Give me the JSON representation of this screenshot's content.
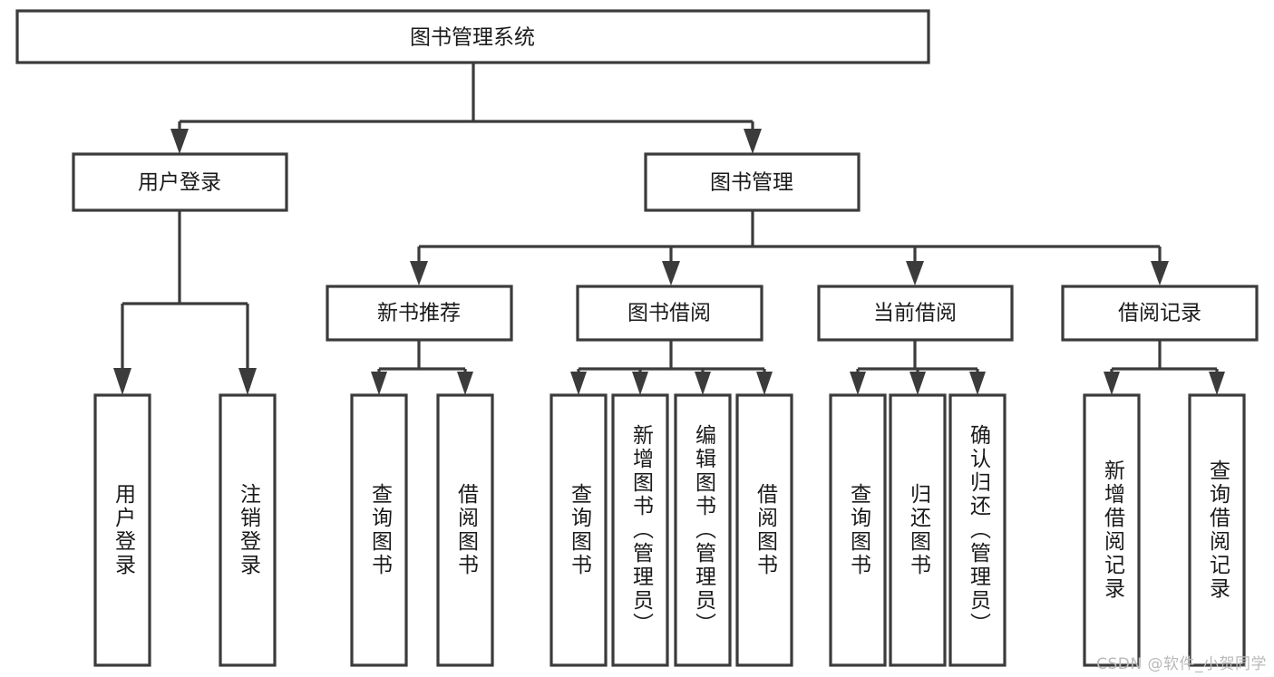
{
  "diagram": {
    "type": "tree-hierarchy",
    "title": "图书管理系统",
    "watermark": "CSDN @软件_小贺同学",
    "colors": {
      "stroke": "#3b3b3b",
      "fill": "#ffffff",
      "text": "#1a1a1a",
      "watermark": "#b9b9b9"
    },
    "levels": [
      {
        "level": 1,
        "nodes": [
          {
            "id": "root",
            "label": "图书管理系统",
            "orientation": "horizontal"
          }
        ]
      },
      {
        "level": 2,
        "nodes": [
          {
            "id": "login",
            "label": "用户登录",
            "orientation": "horizontal",
            "parent": "root"
          },
          {
            "id": "bookmgmt",
            "label": "图书管理",
            "orientation": "horizontal",
            "parent": "root"
          }
        ]
      },
      {
        "level": 3,
        "nodes": [
          {
            "id": "newbook",
            "label": "新书推荐",
            "orientation": "horizontal",
            "parent": "bookmgmt"
          },
          {
            "id": "borrow",
            "label": "图书借阅",
            "orientation": "horizontal",
            "parent": "bookmgmt"
          },
          {
            "id": "current",
            "label": "当前借阅",
            "orientation": "horizontal",
            "parent": "bookmgmt"
          },
          {
            "id": "records",
            "label": "借阅记录",
            "orientation": "horizontal",
            "parent": "bookmgmt"
          }
        ]
      },
      {
        "level": 4,
        "nodes": [
          {
            "id": "leaf-1",
            "label": "用户登录",
            "orientation": "vertical",
            "parent": "login"
          },
          {
            "id": "leaf-2",
            "label": "注销登录",
            "orientation": "vertical",
            "parent": "login"
          },
          {
            "id": "leaf-3",
            "label": "查询图书",
            "orientation": "vertical",
            "parent": "newbook"
          },
          {
            "id": "leaf-4",
            "label": "借阅图书",
            "orientation": "vertical",
            "parent": "newbook"
          },
          {
            "id": "leaf-5",
            "label": "查询图书",
            "orientation": "vertical",
            "parent": "borrow"
          },
          {
            "id": "leaf-6",
            "label": "新增图书（管理员）",
            "orientation": "vertical",
            "parent": "borrow"
          },
          {
            "id": "leaf-7",
            "label": "编辑图书（管理员）",
            "orientation": "vertical",
            "parent": "borrow"
          },
          {
            "id": "leaf-8",
            "label": "借阅图书",
            "orientation": "vertical",
            "parent": "borrow"
          },
          {
            "id": "leaf-9",
            "label": "查询图书",
            "orientation": "vertical",
            "parent": "current"
          },
          {
            "id": "leaf-10",
            "label": "归还图书",
            "orientation": "vertical",
            "parent": "current"
          },
          {
            "id": "leaf-11",
            "label": "确认归还（管理员）",
            "orientation": "vertical",
            "parent": "current"
          },
          {
            "id": "leaf-12",
            "label": "新增借阅记录",
            "orientation": "vertical",
            "parent": "records"
          },
          {
            "id": "leaf-13",
            "label": "查询借阅记录",
            "orientation": "vertical",
            "parent": "records"
          }
        ]
      }
    ]
  }
}
